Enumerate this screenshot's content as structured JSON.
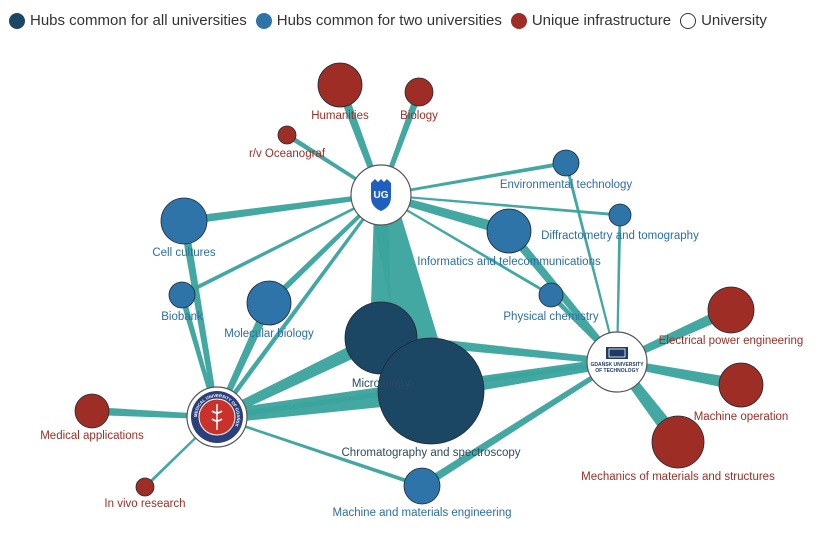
{
  "colors": {
    "common_all": "#1b4664",
    "common_two": "#2e74a8",
    "unique": "#9e2d25",
    "university_fill": "#ffffff",
    "edge": "#3aa39d",
    "label_blue": "#2a6ea5",
    "label_red": "#9e2d25"
  },
  "legend": [
    {
      "label": "Hubs common for all universities",
      "color": "#1b4664",
      "kind": "common_all"
    },
    {
      "label": "Hubs common for two universities",
      "color": "#2e74a8",
      "kind": "common_two"
    },
    {
      "label": "Unique infrastructure",
      "color": "#9e2d25",
      "kind": "unique"
    },
    {
      "label": "University",
      "color": "#ffffff",
      "kind": "university"
    }
  ],
  "universities": [
    {
      "id": "ug",
      "logo": "ug-crest-icon",
      "letters": "UG"
    },
    {
      "id": "gut",
      "logo": "gut-logo-icon",
      "logo_text": [
        "GDAŃSK UNIVERSITY",
        "OF TECHNOLOGY"
      ]
    },
    {
      "id": "mug",
      "logo": "mug-seal-icon",
      "seal_text": "MEDICAL UNIVERSITY OF GDAŃSK"
    }
  ],
  "nodes": [
    {
      "id": "humanities",
      "label": "Humanities",
      "kind": "unique"
    },
    {
      "id": "biology",
      "label": "Biology",
      "kind": "unique"
    },
    {
      "id": "rv",
      "label": "r/v Oceanograf",
      "kind": "unique"
    },
    {
      "id": "envtech",
      "label": "Environmental technology",
      "kind": "common_two"
    },
    {
      "id": "cell",
      "label": "Cell cultures",
      "kind": "common_two"
    },
    {
      "id": "diffr",
      "label": "Diffractometry and tomography",
      "kind": "common_two"
    },
    {
      "id": "inftel",
      "label": "Informatics and telecommunications",
      "kind": "common_two"
    },
    {
      "id": "biobank",
      "label": "Biobank",
      "kind": "common_two"
    },
    {
      "id": "molbio",
      "label": "Molecular biology",
      "kind": "common_two"
    },
    {
      "id": "physchem",
      "label": "Physical chemistry",
      "kind": "common_two"
    },
    {
      "id": "microscopy",
      "label": "Microscopy",
      "kind": "common_all"
    },
    {
      "id": "chroma",
      "label": "Chromatography and spectroscopy",
      "kind": "common_all"
    },
    {
      "id": "elpower",
      "label": "Electrical power engineering",
      "kind": "unique"
    },
    {
      "id": "machop",
      "label": "Machine operation",
      "kind": "unique"
    },
    {
      "id": "mechmat",
      "label": "Mechanics of materials and structures",
      "kind": "unique"
    },
    {
      "id": "medapp",
      "label": "Medical applications",
      "kind": "unique"
    },
    {
      "id": "invivo",
      "label": "In vivo research",
      "kind": "unique"
    },
    {
      "id": "machmat",
      "label": "Machine and materials engineering",
      "kind": "common_two"
    }
  ]
}
